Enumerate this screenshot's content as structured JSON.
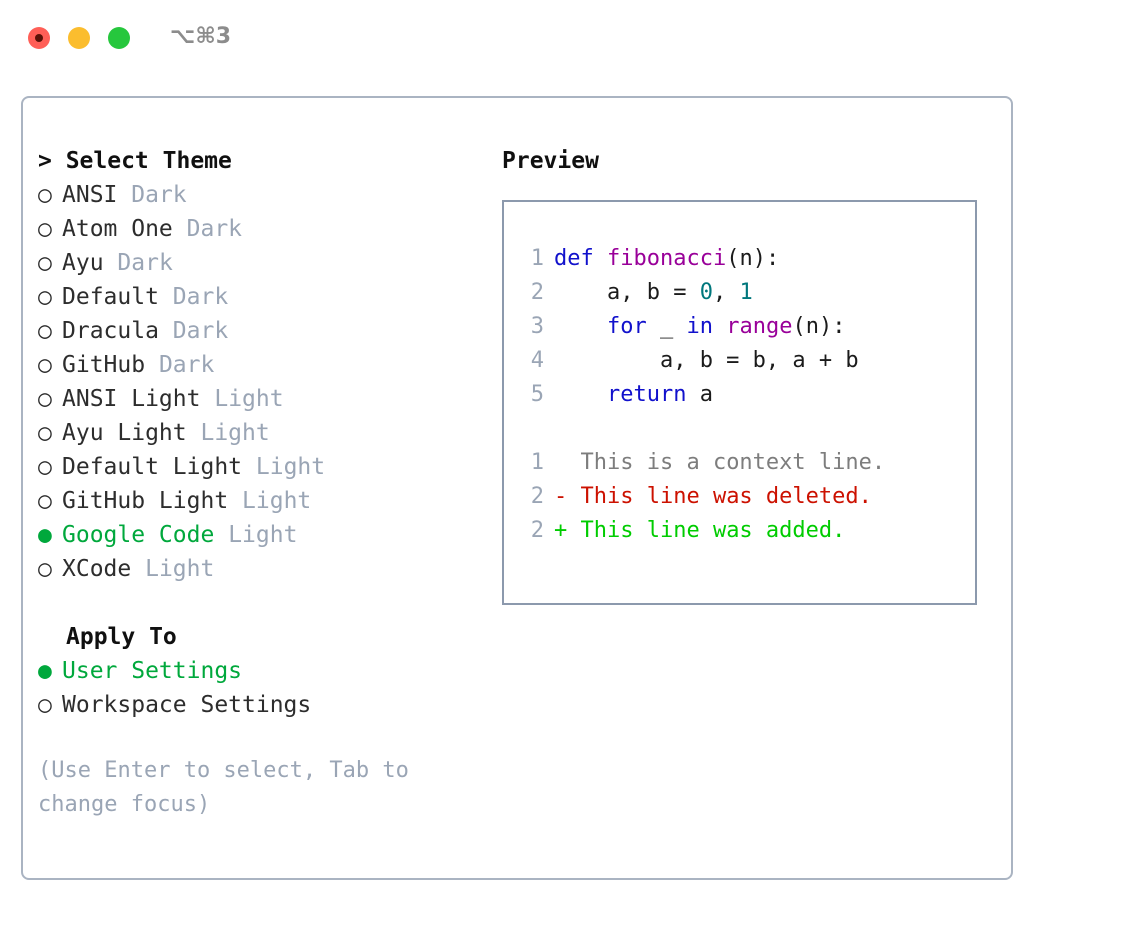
{
  "window": {
    "shortcut_title": "⌥⌘3",
    "traffic_lights": [
      "close",
      "minimize",
      "maximize"
    ]
  },
  "colors": {
    "selected_green": "#00a83c",
    "muted_gray": "#9aa5b5",
    "border": "#aab4c2",
    "preview_border": "#8c99ad",
    "keyword_blue": "#1111cc",
    "function_purple": "#990099",
    "number_teal": "#00777c",
    "diff_delete_red": "#cc1100",
    "diff_add_green": "#00cc00",
    "diff_context_gray": "#7d7d7d"
  },
  "theme_picker": {
    "header": "> Select Theme",
    "header_caret": ">",
    "header_label": "Select Theme",
    "marker_unselected": "○",
    "marker_selected": "●",
    "items": [
      {
        "marker": "○",
        "name": "ANSI",
        "tag": "Dark",
        "selected": false
      },
      {
        "marker": "○",
        "name": "Atom One",
        "tag": "Dark",
        "selected": false
      },
      {
        "marker": "○",
        "name": "Ayu",
        "tag": "Dark",
        "selected": false
      },
      {
        "marker": "○",
        "name": "Default",
        "tag": "Dark",
        "selected": false
      },
      {
        "marker": "○",
        "name": "Dracula",
        "tag": "Dark",
        "selected": false
      },
      {
        "marker": "○",
        "name": "GitHub",
        "tag": "Dark",
        "selected": false
      },
      {
        "marker": "○",
        "name": "ANSI Light",
        "tag": "Light",
        "selected": false
      },
      {
        "marker": "○",
        "name": "Ayu Light",
        "tag": "Light",
        "selected": false
      },
      {
        "marker": "○",
        "name": "Default Light",
        "tag": "Light",
        "selected": false
      },
      {
        "marker": "○",
        "name": "GitHub Light",
        "tag": "Light",
        "selected": false
      },
      {
        "marker": "●",
        "name": "Google Code",
        "tag": "Light",
        "selected": true
      },
      {
        "marker": "○",
        "name": "XCode",
        "tag": "Light",
        "selected": false
      }
    ]
  },
  "apply_to": {
    "header": "Apply To",
    "items": [
      {
        "marker": "●",
        "name": "User Settings",
        "selected": true
      },
      {
        "marker": "○",
        "name": "Workspace Settings",
        "selected": false
      }
    ]
  },
  "hint": "(Use Enter to select, Tab to change focus)",
  "preview": {
    "title": "Preview",
    "code_lines": [
      {
        "number": "1",
        "tokens": [
          {
            "text": "def ",
            "type": "keyword"
          },
          {
            "text": "fibonacci",
            "type": "function"
          },
          {
            "text": "(n):",
            "type": "plain"
          }
        ]
      },
      {
        "number": "2",
        "tokens": [
          {
            "text": "    a, b = ",
            "type": "plain"
          },
          {
            "text": "0",
            "type": "number"
          },
          {
            "text": ", ",
            "type": "plain"
          },
          {
            "text": "1",
            "type": "number"
          }
        ]
      },
      {
        "number": "3",
        "tokens": [
          {
            "text": "    ",
            "type": "plain"
          },
          {
            "text": "for",
            "type": "keyword"
          },
          {
            "text": " _ ",
            "type": "plain"
          },
          {
            "text": "in",
            "type": "keyword"
          },
          {
            "text": " ",
            "type": "plain"
          },
          {
            "text": "range",
            "type": "function"
          },
          {
            "text": "(n):",
            "type": "plain"
          }
        ]
      },
      {
        "number": "4",
        "tokens": [
          {
            "text": "        a, b = b, a + b",
            "type": "plain"
          }
        ]
      },
      {
        "number": "5",
        "tokens": [
          {
            "text": "    ",
            "type": "plain"
          },
          {
            "text": "return",
            "type": "keyword"
          },
          {
            "text": " a",
            "type": "plain"
          }
        ]
      }
    ],
    "diff_lines": [
      {
        "number": "1",
        "sign": " ",
        "text": " This is a context line.",
        "type": "context"
      },
      {
        "number": "2",
        "sign": "-",
        "text": " This line was deleted.",
        "type": "delete"
      },
      {
        "number": "2",
        "sign": "+",
        "text": " This line was added.",
        "type": "add"
      }
    ]
  }
}
